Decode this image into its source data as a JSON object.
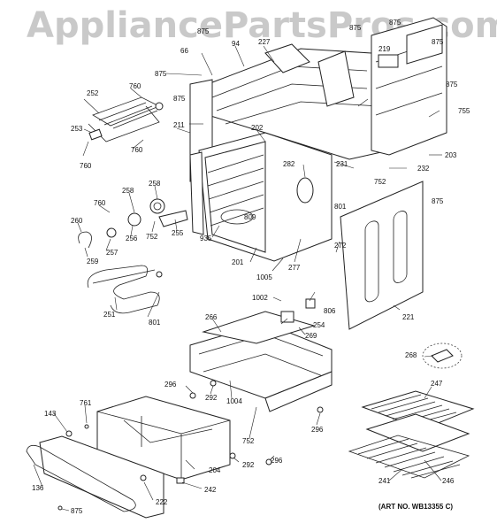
{
  "watermark": "AppliancePartsPros.com",
  "art_number": "(ART NO. WB13355 C)",
  "callouts": {
    "c875a": "875",
    "c875b": "875",
    "c875c": "875",
    "c875d": "875",
    "c875e": "875",
    "c875f": "875",
    "c875g": "875",
    "c875h": "875",
    "c66": "66",
    "c94": "94",
    "c227": "227",
    "c219": "219",
    "c203": "203",
    "c755": "755",
    "c252": "252",
    "c760a": "760",
    "c760b": "760",
    "c760c": "760",
    "c760d": "760",
    "c253": "253",
    "c211": "211",
    "c202": "202",
    "c282": "282",
    "c231": "231",
    "c232": "232",
    "c752a": "752",
    "c752b": "752",
    "c752c": "752",
    "c801a": "801",
    "c801b": "801",
    "c258a": "258",
    "c258b": "258",
    "c260": "260",
    "c256": "256",
    "c255": "255",
    "c257": "257",
    "c259": "259",
    "c809": "809",
    "c935": "935",
    "c201": "201",
    "c272": "272",
    "c277": "277",
    "c1005": "1005",
    "c1002": "1002",
    "c806": "806",
    "c254": "254",
    "c269": "269",
    "c221": "221",
    "c251": "251",
    "c266": "266",
    "c268": "268",
    "c296a": "296",
    "c296b": "296",
    "c296c": "296",
    "c292a": "292",
    "c292b": "292",
    "c1004": "1004",
    "c247": "247",
    "c143": "143",
    "c761": "761",
    "c204": "204",
    "c246": "246",
    "c241": "241",
    "c136": "136",
    "c222": "222",
    "c242": "242"
  }
}
